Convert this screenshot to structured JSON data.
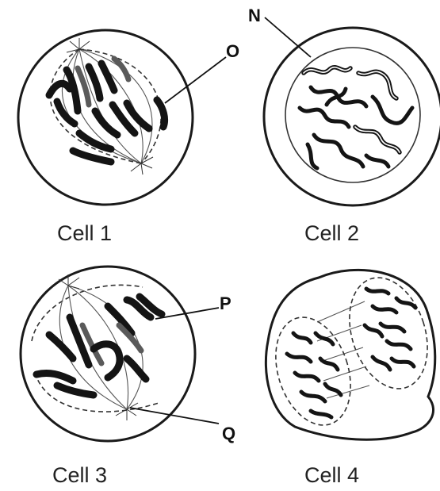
{
  "cells": [
    {
      "caption": "Cell 1"
    },
    {
      "caption": "Cell 2"
    },
    {
      "caption": "Cell 3"
    },
    {
      "caption": "Cell 4"
    }
  ],
  "markers": {
    "O": "O",
    "N": "N",
    "P": "P",
    "Q": "Q"
  }
}
